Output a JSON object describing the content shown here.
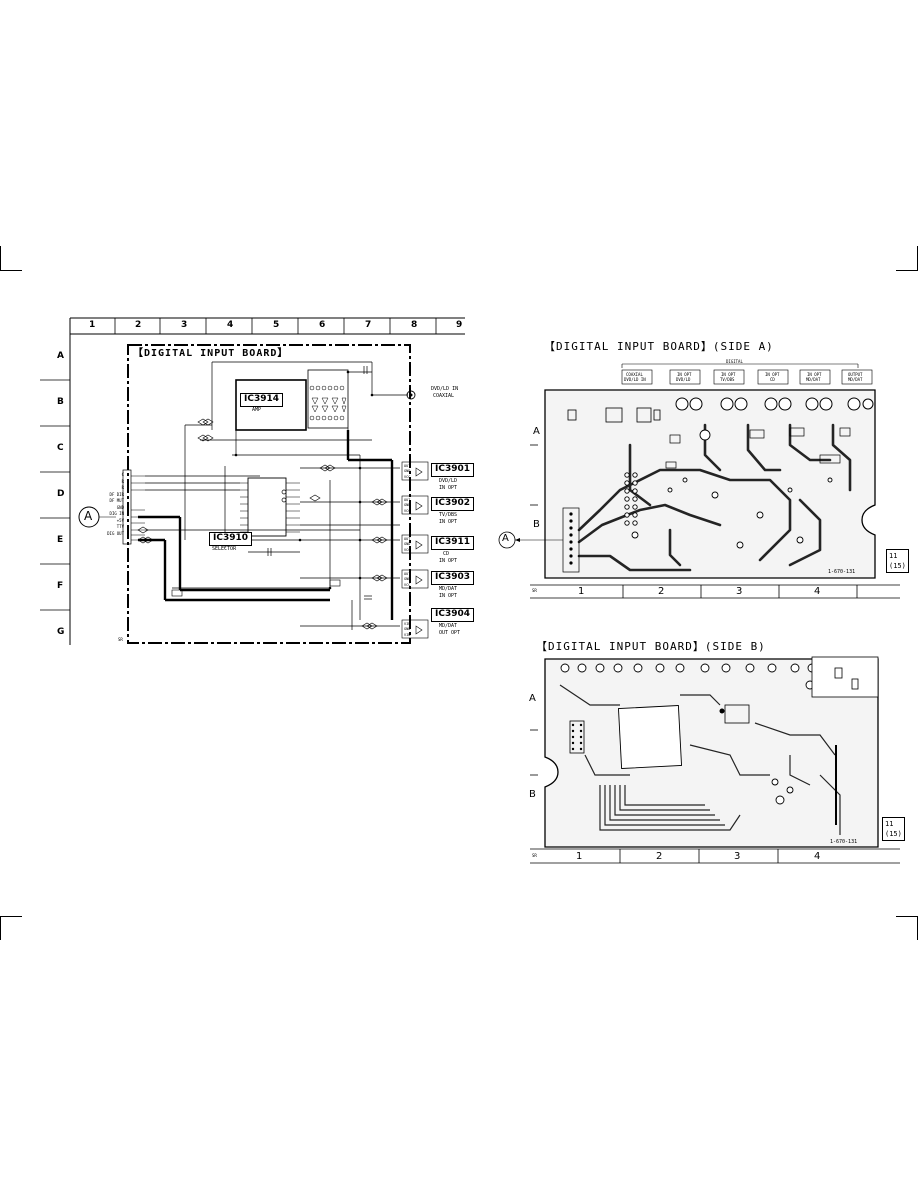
{
  "schematic": {
    "title": "【DIGITAL INPUT BOARD】",
    "columns": [
      "1",
      "2",
      "3",
      "4",
      "5",
      "6",
      "7",
      "8",
      "9"
    ],
    "rows": [
      "A",
      "B",
      "C",
      "D",
      "E",
      "F",
      "G"
    ],
    "connector_ref": "A",
    "ic_labels": {
      "ic3914": "IC3914",
      "ic3910": "IC3910",
      "ic3901": "IC3901",
      "ic3902": "IC3902",
      "ic3911": "IC3911",
      "ic3903": "IC3903",
      "ic3904": "IC3904"
    },
    "ic_subs": {
      "ic3914": "AMP",
      "ic3910": "SELECTOR",
      "ic3901": [
        "DVD/LD",
        "IN OPT"
      ],
      "ic3902": [
        "TV/DBS",
        "IN OPT"
      ],
      "ic3911": [
        "CD",
        "IN OPT"
      ],
      "ic3903": [
        "MD/DAT",
        "IN OPT"
      ],
      "ic3904": [
        "MD/DAT",
        "OUT OPT"
      ]
    },
    "coaxial_label": [
      "DVD/LD IN",
      "COAXIAL"
    ],
    "connector_pins": [
      "C",
      "R",
      "R",
      "",
      "DF DIR",
      "DF MUT",
      "GND",
      "DIG IN",
      "+5V",
      "TTV",
      "DIG OUT"
    ],
    "mark_sr": "SR"
  },
  "side_a": {
    "title": "【DIGITAL INPUT BOARD】(SIDE A)",
    "top_label": "DIGITAL",
    "jack_labels": [
      [
        "COAXIAL",
        "DVD/LD IN"
      ],
      [
        "IN OPT",
        "DVD/LD"
      ],
      [
        "IN OPT",
        "TV/DBS"
      ],
      [
        "IN OPT",
        "CD"
      ],
      [
        "IN OPT",
        "MD/DAT"
      ],
      [
        "OUTPUT",
        "MD/DAT"
      ]
    ],
    "columns": [
      "1",
      "2",
      "3",
      "4"
    ],
    "rows": [
      "A",
      "B"
    ],
    "connector_ref": "A",
    "board_no": "1-670-131",
    "page_refs": [
      "11",
      "(15)"
    ],
    "mark_sr": "SR"
  },
  "side_b": {
    "title": "【DIGITAL INPUT BOARD】(SIDE B)",
    "columns": [
      "1",
      "2",
      "3",
      "4"
    ],
    "rows": [
      "A",
      "B"
    ],
    "board_no": "1-670-131",
    "page_refs": [
      "11",
      "(15)"
    ],
    "mark_sr": "SR"
  }
}
